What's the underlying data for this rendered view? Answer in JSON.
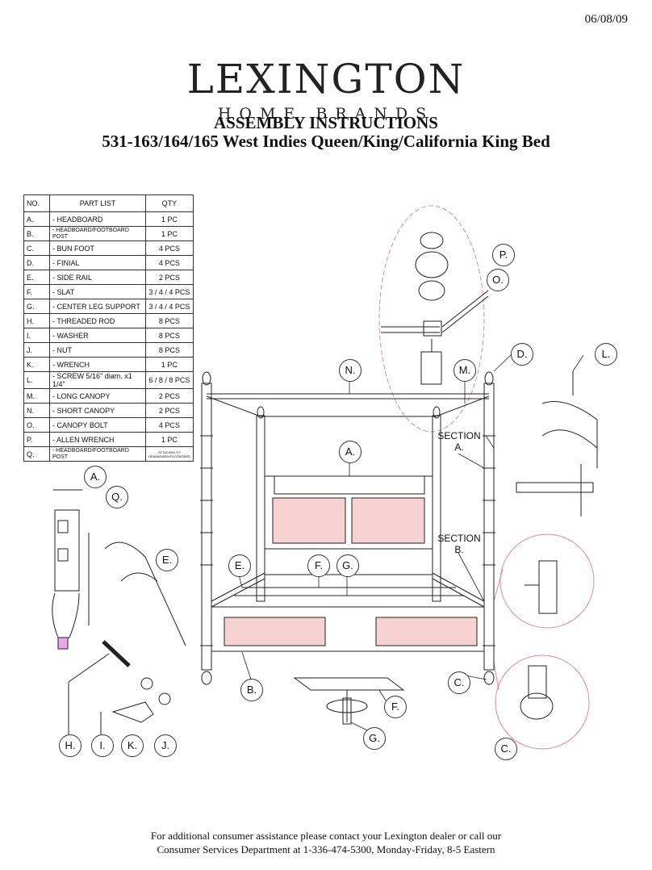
{
  "date": "06/08/09",
  "logo": {
    "brand": "LEXINGTON",
    "sub": "HOME BRANDS"
  },
  "title": {
    "line1": "ASSEMBLY INSTRUCTIONS",
    "line2": "531-163/164/165 West Indies Queen/King/California King Bed"
  },
  "parts_table": {
    "headers": {
      "no": "NO.",
      "part": "PART  LIST",
      "qty": "QTY"
    },
    "rows": [
      {
        "no": "A.",
        "part": "- HEADBOARD",
        "qty": "1 PC"
      },
      {
        "no": "B.",
        "part": "- HEADBOARD/FOOTBOARD POST",
        "qty": "1 PC"
      },
      {
        "no": "C.",
        "part": "- BUN FOOT",
        "qty": "4 PCS"
      },
      {
        "no": "D.",
        "part": "- FINIAL",
        "qty": "4 PCS"
      },
      {
        "no": "E.",
        "part": "- SIDE RAIL",
        "qty": "2 PCS"
      },
      {
        "no": "F.",
        "part": "- SLAT",
        "qty": "3 / 4 / 4 PCS"
      },
      {
        "no": "G.",
        "part": "- CENTER LEG SUPPORT",
        "qty": "3 / 4 / 4 PCS"
      },
      {
        "no": "H.",
        "part": "- THREADED ROD",
        "qty": "8 PCS"
      },
      {
        "no": "I.",
        "part": "- WASHER",
        "qty": "8 PCS"
      },
      {
        "no": "J.",
        "part": "- NUT",
        "qty": "8 PCS"
      },
      {
        "no": "K.",
        "part": "- WRENCH",
        "qty": "1 PC"
      },
      {
        "no": "L.",
        "part": "- SCREW  5/16\" diam. x1 1/4\"",
        "qty": "6 / 8 / 8 PCS"
      },
      {
        "no": "M.",
        "part": "- LONG CANOPY",
        "qty": "2 PCS"
      },
      {
        "no": "N.",
        "part": "- SHORT CANOPY",
        "qty": "2 PCS"
      },
      {
        "no": "O.",
        "part": "- CANOPY BOLT",
        "qty": "4 PCS"
      },
      {
        "no": "P.",
        "part": "- ALLEN WRENCH",
        "qty": "1 PC"
      },
      {
        "no": "Q.",
        "part": "- HEADBOARD/FOOTBOARD POST",
        "qty": "ATTACHED TO HEADBOARD/FOOTBOARD"
      }
    ]
  },
  "callouts": {
    "A": "A.",
    "B": "B.",
    "C": "C.",
    "D": "D.",
    "E": "E.",
    "F": "F.",
    "G": "G.",
    "H": "H.",
    "I": "I.",
    "J": "J.",
    "K": "K.",
    "L": "L.",
    "M": "M.",
    "N": "N.",
    "O": "O.",
    "P": "P.",
    "Q": "Q."
  },
  "sections": {
    "a_line1": "SECTION",
    "a_line2": "A.",
    "b_line1": "SECTION",
    "b_line2": "B."
  },
  "footer": {
    "line1": "For additional consumer assistance please contact your Lexington dealer or call our",
    "line2": "Consumer Services Department at 1-336-474-5300, Monday-Friday, 8-5 Eastern"
  },
  "colors": {
    "panel_fill": "#f6d2d2",
    "guide_line": "#e08a9a",
    "ink": "#222222"
  }
}
